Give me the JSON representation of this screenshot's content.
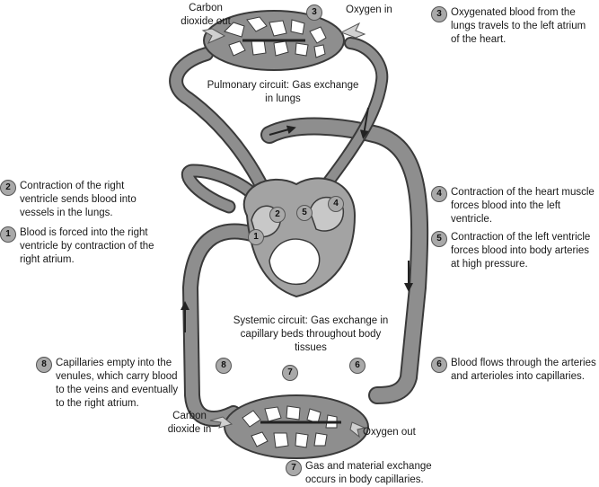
{
  "labels": {
    "carbon_dioxide_out": "Carbon dioxide out",
    "oxygen_in": "Oxygen in",
    "carbon_dioxide_in": "Carbon dioxide in",
    "oxygen_out": "Oxygen out",
    "pulmonary_circuit": "Pulmonary circuit: Gas exchange in lungs",
    "systemic_circuit": "Systemic circuit: Gas exchange in capillary beds throughout body tissues"
  },
  "steps": [
    {
      "num": "1",
      "text": "Blood is forced into the right ventricle by contraction of the right atrium."
    },
    {
      "num": "2",
      "text": "Contraction of the right ventricle sends blood into vessels in the lungs."
    },
    {
      "num": "3",
      "text": "Oxygenated blood from the lungs travels to the left atrium of the heart."
    },
    {
      "num": "4",
      "text": "Contraction of the heart muscle forces blood into the left ventricle."
    },
    {
      "num": "5",
      "text": "Contraction of the left ventricle forces blood into body arteries at high pressure."
    },
    {
      "num": "6",
      "text": "Blood flows through the arteries and arterioles into capillaries."
    },
    {
      "num": "7",
      "text": "Gas and material exchange occurs in body capillaries."
    },
    {
      "num": "8",
      "text": "Capillaries empty into the venules, which carry blood to the veins and eventually to the right atrium."
    }
  ],
  "colors": {
    "vessel": "#8e8e8e",
    "vessel_outline": "#3a3a3a",
    "heart": "#a3a3a3",
    "badge": "#a9a9a9"
  }
}
